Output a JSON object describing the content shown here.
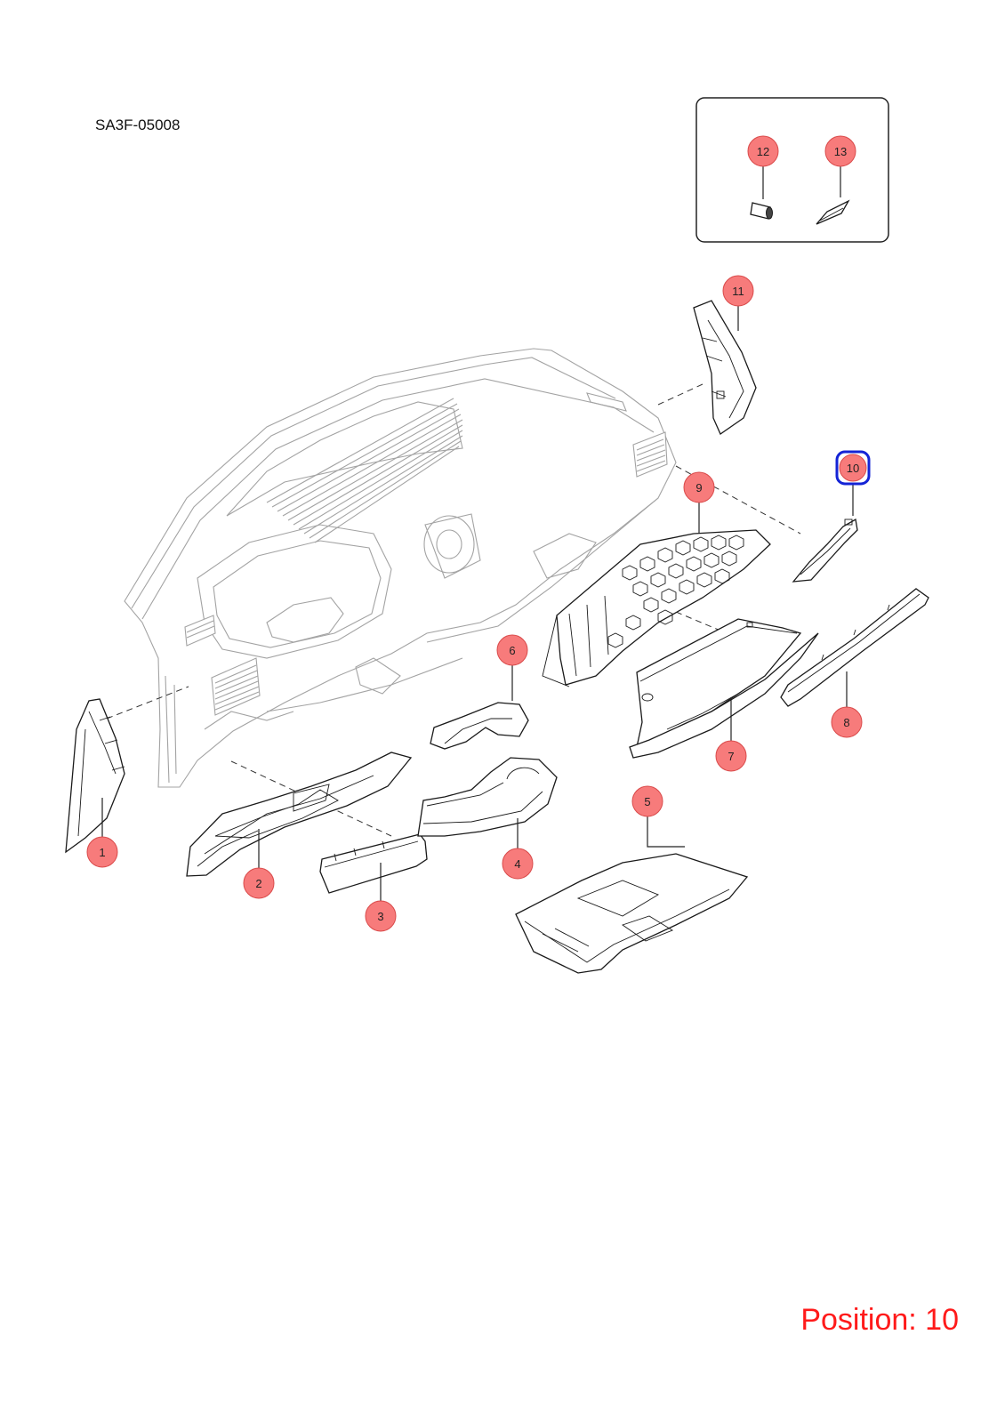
{
  "diagram": {
    "reference_code": "SA3F-05008",
    "position_label": "Position: 10",
    "selected_callout": "10",
    "colors": {
      "callout_fill": "#f77b7b",
      "callout_stroke": "#d94a4a",
      "highlight": "#1424d6",
      "position_text": "#ff1a1a",
      "dashboard_outline": "#a3a3a3"
    },
    "callouts": [
      "1",
      "2",
      "3",
      "4",
      "5",
      "6",
      "7",
      "8",
      "9",
      "10",
      "11",
      "12",
      "13"
    ],
    "inset_box": {
      "contains_callouts": [
        "12",
        "13"
      ]
    }
  }
}
